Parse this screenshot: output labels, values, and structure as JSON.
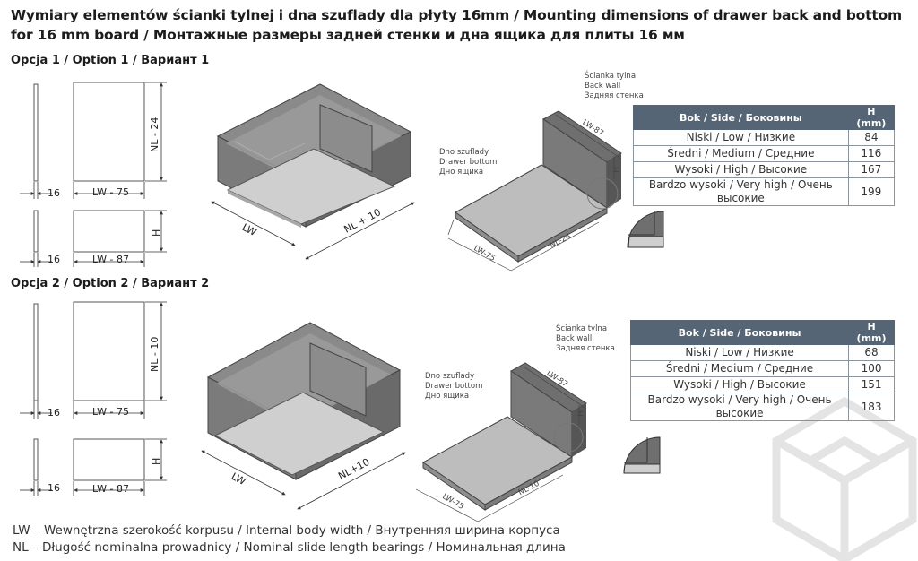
{
  "title": "Wymiary elementów ścianki tylnej i dna szuflady dla płyty 16mm / Mounting dimensions of drawer back and bottom for 16 mm board / Монтажные размеры задней стенки и дна ящика для плиты 16 мм",
  "option1": {
    "heading": "Opcja 1 / Option 1 / Вариант 1",
    "dims": {
      "thick1": "16",
      "thick2": "16",
      "w1": "LW - 75",
      "w2": "LW - 87",
      "len": "NL - 24",
      "h": "H",
      "lw": "LW",
      "nl": "NL + 10"
    },
    "iso": {
      "lw": "LW-87",
      "h": "H",
      "lw75": "LW-75",
      "nl": "NL-24"
    },
    "labels": {
      "back": [
        "Ścianka tylna",
        "Back wall",
        "Задняя стенка"
      ],
      "bottom": [
        "Dno szuflady",
        "Drawer bottom",
        "Дно ящика"
      ]
    },
    "table": {
      "headers": [
        "Bok / Side / Боковины",
        "H (mm)"
      ],
      "rows": [
        {
          "name": "Niski / Low / Низкие",
          "value": "84"
        },
        {
          "name": "Średni / Medium / Средние",
          "value": "116"
        },
        {
          "name": "Wysoki / High / Высокие",
          "value": "167"
        },
        {
          "name": "Bardzo wysoki / Very high / Очень высокие",
          "value": "199"
        }
      ]
    }
  },
  "option2": {
    "heading": "Opcja 2 / Option 2 / Вариант 2",
    "dims": {
      "thick1": "16",
      "thick2": "16",
      "w1": "LW - 75",
      "w2": "LW - 87",
      "len": "NL - 10",
      "h": "H",
      "lw": "LW",
      "nl": "NL+10"
    },
    "iso": {
      "lw": "LW-87",
      "h": "H",
      "lw75": "LW-75",
      "nl": "NL-10"
    },
    "labels": {
      "back": [
        "Ścianka tylna",
        "Back wall",
        "Задняя стенка"
      ],
      "bottom": [
        "Dno szuflady",
        "Drawer bottom",
        "Дно ящика"
      ]
    },
    "table": {
      "headers": [
        "Bok / Side / Боковины",
        "H (mm)"
      ],
      "rows": [
        {
          "name": "Niski / Low / Низкие",
          "value": "68"
        },
        {
          "name": "Średni / Medium / Средние",
          "value": "100"
        },
        {
          "name": "Wysoki / High / Высокие",
          "value": "151"
        },
        {
          "name": "Bardzo wysoki / Very high / Очень высокие",
          "value": "183"
        }
      ]
    }
  },
  "legend": [
    "LW – Wewnętrzna szerokość korpusu / Internal body width / Внутренняя ширина корпуса",
    "NL – Długość nominalna prowadnicy / Nominal slide length bearings / Номинальная длина"
  ],
  "colors": {
    "table_header": "#556575",
    "panel_stroke": "#555555",
    "box_dark": "#6f6f6f",
    "bottom_fill": "#cfcfcf"
  }
}
